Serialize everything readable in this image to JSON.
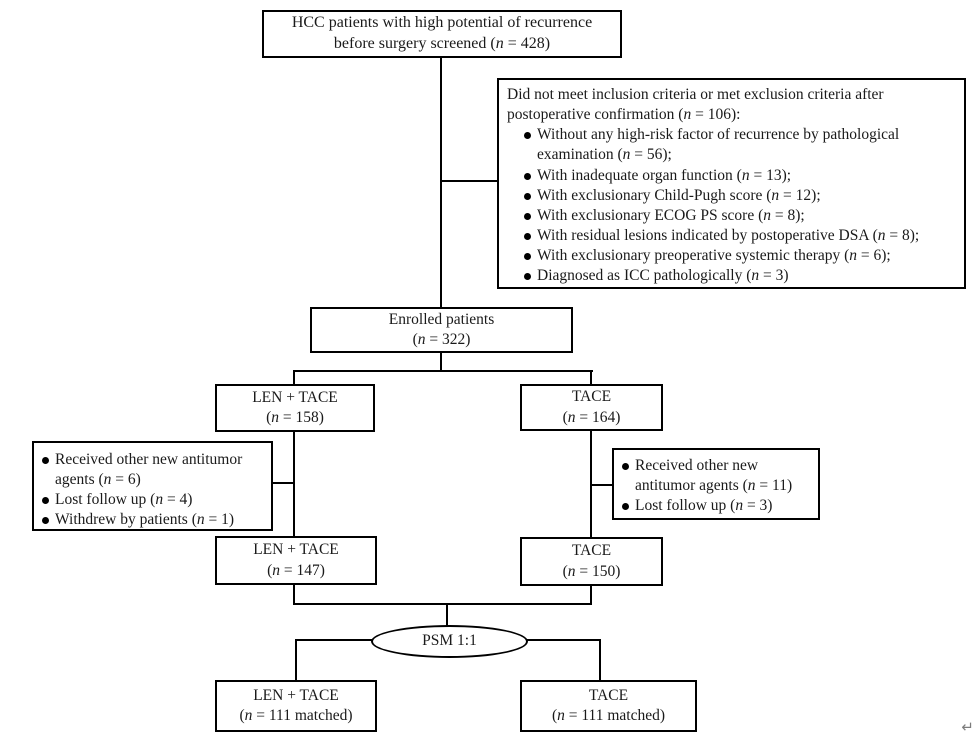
{
  "figure": {
    "background": "#ffffff",
    "line_color": "#000000",
    "text_color": "#1a1a1a"
  },
  "nodes": {
    "screened": {
      "line1": "HCC patients with high potential of recurrence",
      "line2": "before surgery screened (n = 428)"
    },
    "exclusion": {
      "title": "Did not meet inclusion criteria or met exclusion criteria after postoperative confirmation (n = 106):",
      "bullets": [
        "Without any high-risk factor of recurrence by pathological examination (n = 56);",
        "With inadequate organ function (n = 13);",
        "With exclusionary Child-Pugh score (n = 12);",
        "With exclusionary ECOG PS score (n = 8);",
        "With residual lesions indicated by postoperative DSA (n = 8);",
        "With exclusionary preoperative systemic therapy (n = 6);",
        "Diagnosed as ICC pathologically (n = 3)"
      ]
    },
    "enrolled": {
      "line1": "Enrolled patients",
      "line2": "(n = 322)"
    },
    "len_tace_initial": {
      "line1": "LEN + TACE",
      "line2": "(n = 158)"
    },
    "tace_initial": {
      "line1": "TACE",
      "line2": "(n = 164)"
    },
    "dropout_left": {
      "bullets": [
        "Received other new antitumor agents (n = 6)",
        "Lost follow up (n = 4)",
        "Withdrew by patients (n = 1)"
      ]
    },
    "dropout_right": {
      "bullets": [
        "Received other new antitumor agents (n = 11)",
        "Lost follow up (n = 3)"
      ]
    },
    "len_tace_completed": {
      "line1": "LEN + TACE",
      "line2": "(n = 147)"
    },
    "tace_completed": {
      "line1": "TACE",
      "line2": "(n = 150)"
    },
    "psm": {
      "label": "PSM 1:1"
    },
    "len_tace_matched": {
      "line1": "LEN + TACE",
      "line2": "(n = 111 matched)"
    },
    "tace_matched": {
      "line1": "TACE",
      "line2": "(n = 111 matched)"
    }
  },
  "footer": {
    "return_mark": "↵"
  }
}
